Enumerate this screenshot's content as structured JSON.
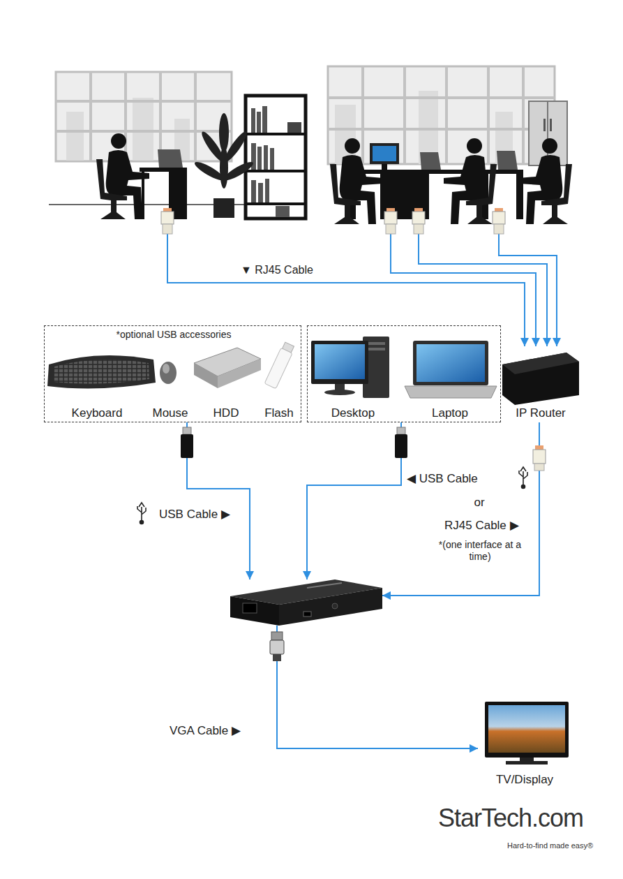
{
  "diagram": {
    "nodes": [
      {
        "text": [
          "*optional USB accessories",
          "Keyboard",
          "Mouse",
          "HDD",
          "Flash"
        ]
      },
      {
        "text": [
          "Desktop",
          "Laptop"
        ]
      },
      {
        "text": [
          "IP Router"
        ]
      },
      {
        "text": []
      },
      {
        "text": [
          "TV/Display"
        ]
      }
    ],
    "edges": [
      {
        "from": 0,
        "to": 3,
        "arrow": "to",
        "label": "USB Cable ▶"
      },
      {
        "from": 1,
        "to": 3,
        "arrow": "to",
        "label": "◀ USB Cable"
      },
      {
        "from": 2,
        "to": 3,
        "arrow": "to",
        "label": "RJ45 Cable ▶"
      },
      {
        "from": 3,
        "to": 4,
        "arrow": "to",
        "label": "VGA Cable ▶"
      }
    ],
    "labels": [
      "▼ RJ45 Cable",
      "or",
      "*(one interface at a time)",
      "StarTech.com",
      "Hard-to-find made easy®"
    ]
  }
}
